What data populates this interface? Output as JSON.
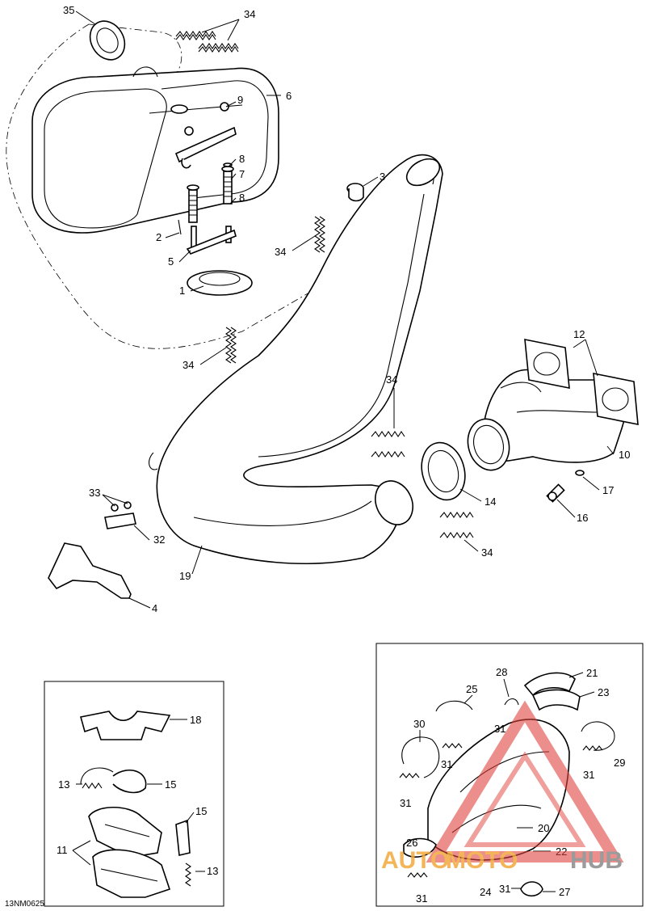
{
  "drawing_code": "13NM0625",
  "callouts": {
    "c1": "1",
    "c2": "2",
    "c3": "3",
    "c4": "4",
    "c5": "5",
    "c6": "6",
    "c7": "7",
    "c8a": "8",
    "c8b": "8",
    "c9": "9",
    "c10": "10",
    "c12": "12",
    "c14": "14",
    "c16": "16",
    "c17": "17",
    "c19": "19",
    "c32": "32",
    "c33": "33",
    "c34a": "34",
    "c34b": "34",
    "c34c": "34",
    "c34d": "34",
    "c34e": "34",
    "c35": "35"
  },
  "inset_left": {
    "c18": "18",
    "c13a": "13",
    "c15a": "15",
    "c15b": "15",
    "c11": "11",
    "c13b": "13"
  },
  "inset_right": {
    "c28": "28",
    "c21": "21",
    "c25": "25",
    "c23": "23",
    "c30": "30",
    "c31a": "31",
    "c29": "29",
    "c31b": "31",
    "c31c": "31",
    "c31d": "31",
    "c20": "20",
    "c26": "26",
    "c22": "22",
    "c24": "24",
    "c31e": "31",
    "c27": "27",
    "c31f": "31"
  },
  "watermark": {
    "left": "AUTO",
    "middle": "MOTO",
    "right": "HUB",
    "colors": {
      "orange": "#f2a93b",
      "red": "#e0443f",
      "grey": "#8a8a8a"
    }
  }
}
